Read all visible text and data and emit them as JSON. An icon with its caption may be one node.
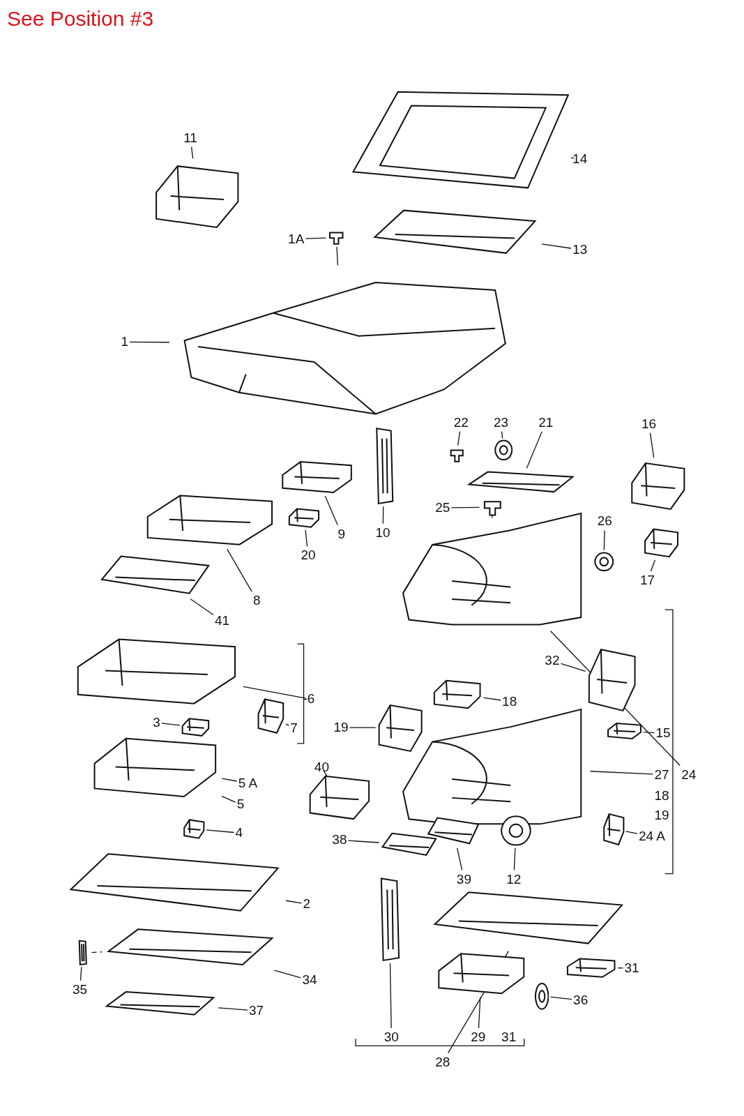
{
  "diagram": {
    "title": "See Position #3",
    "nodes": [
      {
        "text": [
          "11"
        ]
      },
      {
        "text": [],
        "shape": "picture"
      },
      {
        "text": [
          "14"
        ]
      },
      {
        "text": [],
        "shape": "box"
      },
      {
        "text": [
          "1A"
        ]
      },
      {
        "text": [],
        "shape": "box"
      },
      {
        "text": [
          "13"
        ]
      },
      {
        "text": [],
        "shape": "picture"
      },
      {
        "text": [
          "1"
        ]
      },
      {
        "text": [],
        "shape": "picture"
      },
      {
        "text": [
          "22"
        ]
      },
      {
        "text": [],
        "shape": "box"
      },
      {
        "text": [
          "23"
        ]
      },
      {
        "text": [],
        "shape": "circle"
      },
      {
        "text": [
          "21"
        ]
      },
      {
        "text": [],
        "shape": "picture"
      },
      {
        "text": [
          "16"
        ]
      },
      {
        "text": [],
        "shape": "picture"
      },
      {
        "text": [
          "17"
        ]
      },
      {
        "text": [],
        "shape": "picture"
      },
      {
        "text": [
          "25"
        ]
      },
      {
        "text": [],
        "shape": "box"
      },
      {
        "text": [
          "26"
        ]
      },
      {
        "text": [],
        "shape": "circle"
      },
      {
        "text": [
          "9"
        ]
      },
      {
        "text": [],
        "shape": "picture"
      },
      {
        "text": [
          "10"
        ]
      },
      {
        "text": [],
        "shape": "picture"
      },
      {
        "text": [
          "20"
        ]
      },
      {
        "text": [],
        "shape": "picture"
      },
      {
        "text": [
          "8"
        ]
      },
      {
        "text": [],
        "shape": "picture"
      },
      {
        "text": [
          "41"
        ]
      },
      {
        "text": [],
        "shape": "picture"
      },
      {
        "text": [],
        "shape": "picture"
      },
      {
        "text": [
          "6"
        ]
      },
      {
        "text": [],
        "shape": "picture"
      },
      {
        "text": [
          "7"
        ]
      },
      {
        "text": [],
        "shape": "picture"
      },
      {
        "text": [
          "3"
        ]
      },
      {
        "text": [],
        "shape": "picture"
      },
      {
        "text": [
          "32"
        ]
      },
      {
        "text": [],
        "shape": "picture"
      },
      {
        "text": [
          "18"
        ]
      },
      {
        "text": [],
        "shape": "picture"
      },
      {
        "text": [
          "15"
        ]
      },
      {
        "text": [],
        "shape": "picture"
      },
      {
        "text": [
          "19"
        ]
      },
      {
        "text": [],
        "shape": "picture"
      },
      {
        "text": [],
        "shape": "picture"
      },
      {
        "text": [
          "40"
        ]
      },
      {
        "text": [],
        "shape": "picture"
      },
      {
        "text": [
          "5 A"
        ]
      },
      {
        "text": [],
        "shape": "picture"
      },
      {
        "text": [
          "5"
        ]
      },
      {
        "text": [
          "4"
        ]
      },
      {
        "text": [],
        "shape": "picture"
      },
      {
        "text": [
          "27"
        ]
      },
      {
        "text": [
          "24"
        ]
      },
      {
        "text": [
          "24 A"
        ]
      },
      {
        "text": [],
        "shape": "picture"
      },
      {
        "text": [
          "38"
        ]
      },
      {
        "text": [],
        "shape": "picture"
      },
      {
        "text": [
          "39"
        ]
      },
      {
        "text": [],
        "shape": "picture"
      },
      {
        "text": [
          "12"
        ]
      },
      {
        "text": [],
        "shape": "circle"
      },
      {
        "text": [
          "2"
        ]
      },
      {
        "text": [],
        "shape": "picture"
      },
      {
        "text": [],
        "shape": "picture"
      },
      {
        "text": [
          "30"
        ]
      },
      {
        "text": [],
        "shape": "picture"
      },
      {
        "text": [],
        "shape": "picture"
      },
      {
        "text": [
          "29"
        ]
      },
      {
        "text": [
          "31"
        ]
      },
      {
        "text": [],
        "shape": "picture"
      },
      {
        "text": [
          "36"
        ]
      },
      {
        "text": [],
        "shape": "circle"
      },
      {
        "text": [
          "28"
        ]
      },
      {
        "text": [
          "34"
        ]
      },
      {
        "text": [],
        "shape": "picture"
      },
      {
        "text": [
          "35"
        ]
      },
      {
        "text": [],
        "shape": "picture"
      },
      {
        "text": [
          "37"
        ]
      },
      {
        "text": [],
        "shape": "picture"
      }
    ],
    "edges": [
      {
        "from": 0,
        "to": 1,
        "arrow": "none"
      },
      {
        "from": 2,
        "to": 3,
        "arrow": "none"
      },
      {
        "from": 4,
        "to": 5,
        "arrow": "none"
      },
      {
        "from": 5,
        "to": 9,
        "arrow": "none"
      },
      {
        "from": 6,
        "to": 7,
        "arrow": "none"
      },
      {
        "from": 8,
        "to": 9,
        "arrow": "none"
      },
      {
        "from": 10,
        "to": 11,
        "arrow": "none"
      },
      {
        "from": 12,
        "to": 13,
        "arrow": "none"
      },
      {
        "from": 14,
        "to": 15,
        "arrow": "none"
      },
      {
        "from": 16,
        "to": 17,
        "arrow": "none"
      },
      {
        "from": 18,
        "to": 19,
        "arrow": "none"
      },
      {
        "from": 20,
        "to": 21,
        "arrow": "none"
      },
      {
        "from": 21,
        "to": 34,
        "arrow": "none"
      },
      {
        "from": 22,
        "to": 23,
        "arrow": "none"
      },
      {
        "from": 24,
        "to": 25,
        "arrow": "none"
      },
      {
        "from": 26,
        "to": 27,
        "arrow": "none"
      },
      {
        "from": 28,
        "to": 29,
        "arrow": "none"
      },
      {
        "from": 30,
        "to": 31,
        "arrow": "none"
      },
      {
        "from": 32,
        "to": 33,
        "arrow": "none"
      },
      {
        "from": 36,
        "to": 35,
        "arrow": "none"
      },
      {
        "from": 37,
        "to": 38,
        "arrow": "none"
      },
      {
        "from": 39,
        "to": 40,
        "arrow": "none"
      },
      {
        "from": 41,
        "to": 42,
        "arrow": "none"
      },
      {
        "from": 43,
        "to": 44,
        "arrow": "none"
      },
      {
        "from": 45,
        "to": 46,
        "arrow": "none"
      },
      {
        "from": 47,
        "to": 48,
        "arrow": "none"
      },
      {
        "from": 50,
        "to": 51,
        "arrow": "none"
      },
      {
        "from": 52,
        "to": 53,
        "arrow": "none"
      },
      {
        "from": 54,
        "to": 53,
        "arrow": "none"
      },
      {
        "from": 55,
        "to": 56,
        "arrow": "none"
      },
      {
        "from": 57,
        "to": 49,
        "arrow": "none"
      },
      {
        "from": 34,
        "to": 58,
        "arrow": "none"
      },
      {
        "from": 59,
        "to": 60,
        "arrow": "none"
      },
      {
        "from": 61,
        "to": 62,
        "arrow": "none"
      },
      {
        "from": 63,
        "to": 64,
        "arrow": "none"
      },
      {
        "from": 65,
        "to": 66,
        "arrow": "none"
      },
      {
        "from": 67,
        "to": 68,
        "arrow": "none"
      },
      {
        "from": 70,
        "to": 71,
        "arrow": "none"
      },
      {
        "from": 73,
        "to": 72,
        "arrow": "none"
      },
      {
        "from": 74,
        "to": 75,
        "arrow": "none"
      },
      {
        "from": 76,
        "to": 77,
        "arrow": "none"
      },
      {
        "from": 78,
        "to": 69,
        "arrow": "none"
      },
      {
        "from": 79,
        "to": 80,
        "arrow": "none"
      },
      {
        "from": 81,
        "to": 82,
        "arrow": "none"
      },
      {
        "from": 82,
        "to": 80,
        "arrow": "none",
        "style": "dashed"
      },
      {
        "from": 83,
        "to": 84,
        "arrow": "none"
      }
    ],
    "labels": [
      "18",
      "19",
      "31"
    ]
  }
}
